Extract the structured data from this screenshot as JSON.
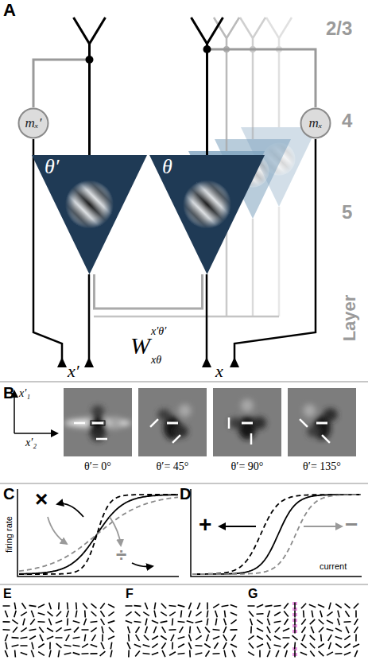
{
  "diagram": {
    "nodes": [
      {
        "text": [
          "mₓ′"
        ]
      },
      {
        "text": [
          "mₓ"
        ]
      },
      {
        "text": [
          "θ′"
        ]
      },
      {
        "text": [
          "θ"
        ]
      }
    ],
    "edges": [
      {
        "from": 0,
        "to": 2,
        "arrow": "none"
      },
      {
        "from": 1,
        "to": 3,
        "arrow": "none"
      },
      {
        "from": 3,
        "to": 2,
        "arrow": "none"
      }
    ],
    "labels": [
      "A",
      "2/3",
      "4",
      "5",
      "Layer",
      "x′",
      "x",
      "W",
      "x′θ′",
      "xθ",
      "B",
      "x′₁",
      "x′₂",
      "θ′= 0°",
      "θ′= 45°",
      "θ′= 90°",
      "θ′= 135°",
      "C",
      "firing rate",
      "×",
      "÷",
      "D",
      "current",
      "+",
      "−",
      "E",
      "F",
      "G"
    ]
  }
}
